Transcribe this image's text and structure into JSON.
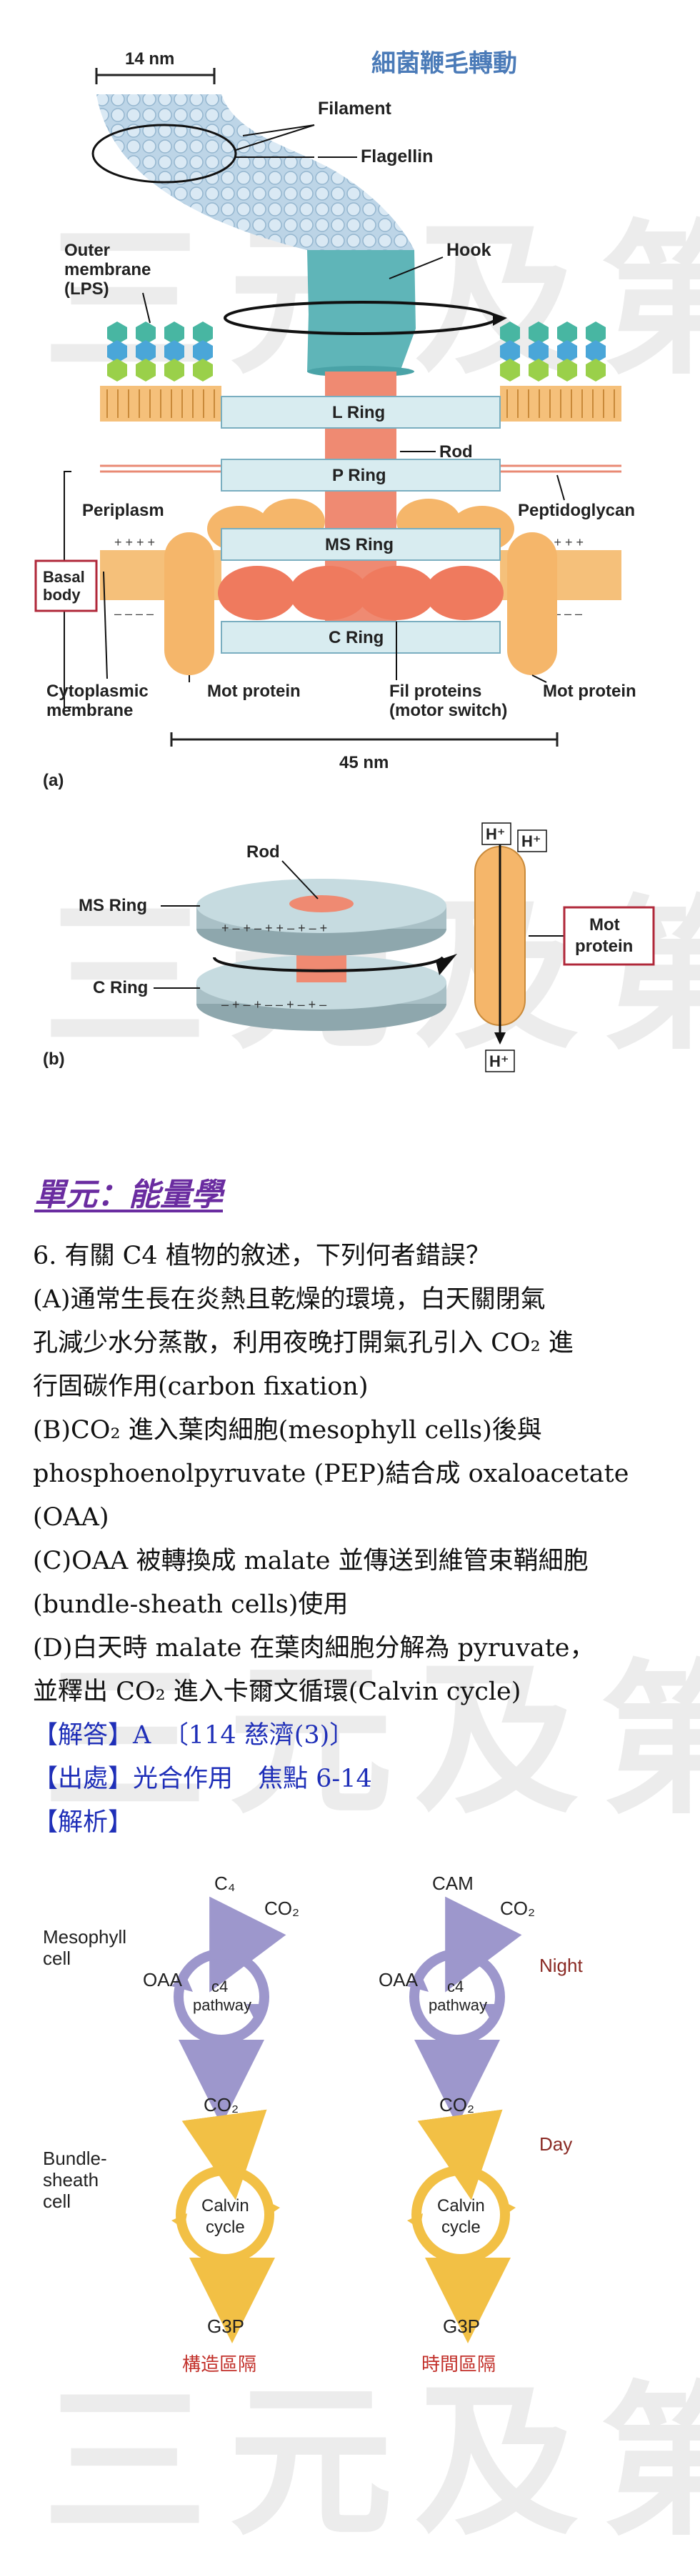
{
  "figure1": {
    "title": "細菌鞭毛轉動",
    "scale_top": "14 nm",
    "scale_bottom": "45 nm",
    "labels": {
      "filament": "Filament",
      "flagellin": "Flagellin",
      "hook": "Hook",
      "outer_membrane": [
        "Outer",
        "membrane",
        "(LPS)"
      ],
      "l_ring": "L Ring",
      "rod": "Rod",
      "p_ring": "P Ring",
      "periplasm": "Periplasm",
      "peptidoglycan": "Peptidoglycan",
      "ms_ring": "MS Ring",
      "basal_body": [
        "Basal",
        "body"
      ],
      "c_ring": "C Ring",
      "cytoplasmic_membrane": [
        "Cytoplasmic",
        "membrane"
      ],
      "mot_protein": "Mot protein",
      "fil_proteins": [
        "Fil proteins",
        "(motor switch)"
      ],
      "panel": "(a)"
    }
  },
  "figure2": {
    "rod": "Rod",
    "ms_ring": "MS Ring",
    "c_ring": "C Ring",
    "h_plus": "H⁺",
    "mot_protein": [
      "Mot",
      "protein"
    ],
    "panel": "(b)"
  },
  "watermark": "三元及第",
  "unit_title": "單元：能量學",
  "question": {
    "lines": [
      "6. 有關 C4 植物的敘述，下列何者錯誤？",
      "(A)通常生長在炎熱且乾燥的環境，白天關閉氣",
      "孔減少水分蒸散，利用夜晚打開氣孔引入 CO₂ 進",
      "行固碳作用(carbon fixation)",
      "(B)CO₂ 進入葉肉細胞(mesophyll cells)後與",
      "phosphoenolpyruvate (PEP)結合成 oxaloacetate",
      "(OAA)",
      "(C)OAA 被轉換成 malate 並傳送到維管束鞘細胞",
      "(bundle-sheath cells)使用",
      "(D)白天時 malate 在葉肉細胞分解為 pyruvate，",
      "並釋出 CO₂ 進入卡爾文循環(Calvin cycle)"
    ],
    "answer": "【解答】A　〔114 慈濟(3)〕",
    "source": "【出處】光合作用　焦點 6-14",
    "explanation": "【解析】"
  },
  "figure3": {
    "mesophyll": [
      "Mesophyll",
      "cell"
    ],
    "bundle": [
      "Bundle-",
      "sheath",
      "cell"
    ],
    "c4_title": "C₄",
    "cam_title": "CAM",
    "co2": "CO₂",
    "oaa": "OAA",
    "pathway": [
      "c4",
      "pathway"
    ],
    "calvin": [
      "Calvin",
      "cycle"
    ],
    "g3p": "G3P",
    "night": "Night",
    "day": "Day",
    "spatial": "構造區隔",
    "temporal": "時間區隔"
  },
  "colors": {
    "hook": "#5fb5b8",
    "filament": "#a8c8de",
    "ring": "#d8ecf0",
    "rod": "#ef8a72",
    "mot": "#f5b66a",
    "purple": "#9d97cc",
    "yellow": "#f2c045",
    "unit": "#6a2ca0",
    "blue_text": "#1f2fb8"
  }
}
